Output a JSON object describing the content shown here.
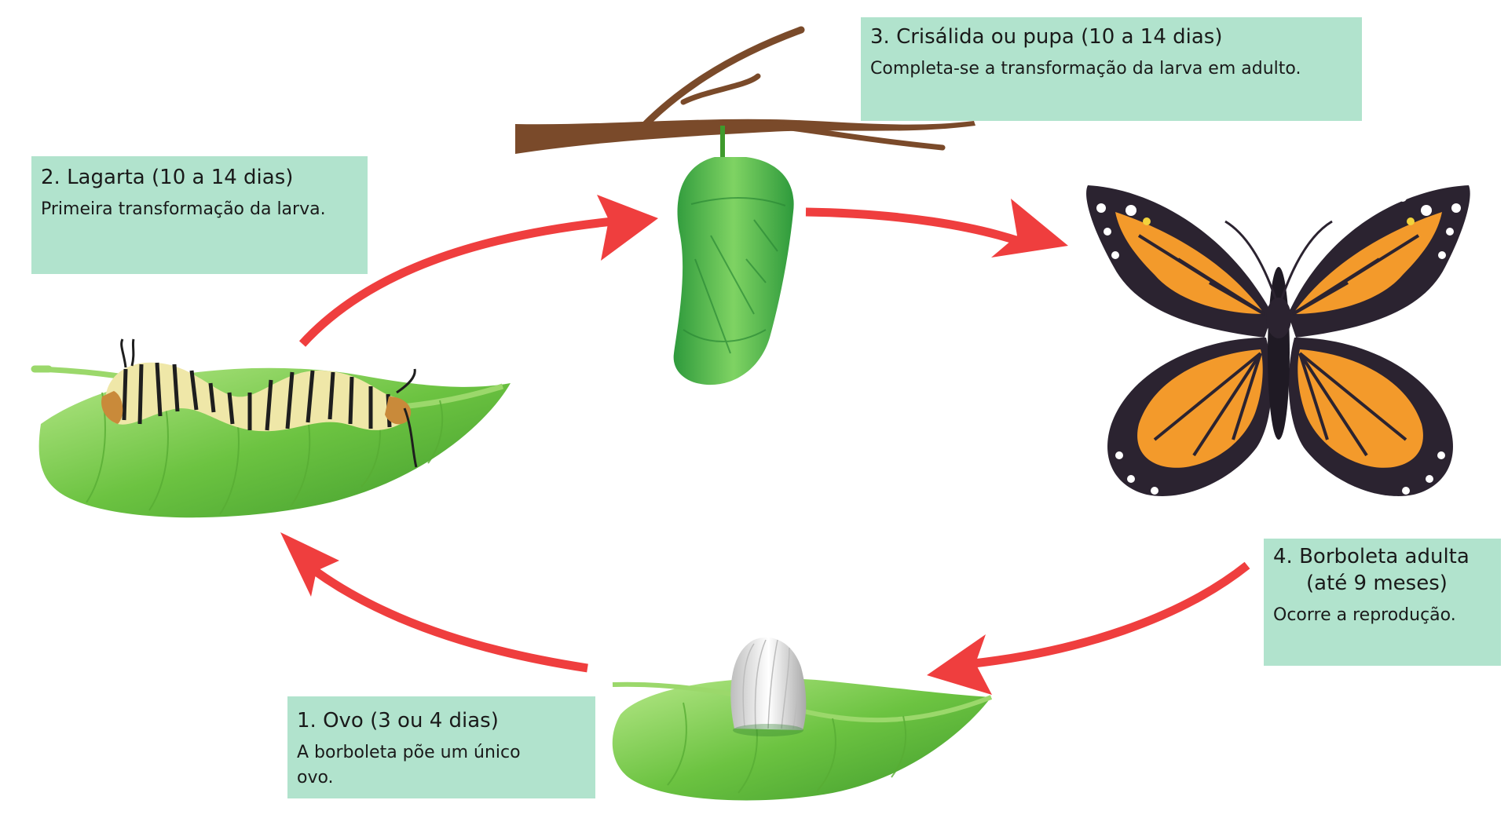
{
  "stages": [
    {
      "number": "1.",
      "title": "1. Ovo (3 ou 4 dias)",
      "description_line1": "A borboleta põe um único",
      "description_line2": "ovo."
    },
    {
      "number": "2.",
      "title": "2. Lagarta (10 a 14 dias)",
      "description": "Primeira transformação da larva."
    },
    {
      "number": "3.",
      "title": "3. Crisálida ou pupa (10 a 14 dias)",
      "description": "Completa-se a transformação da larva em adulto."
    },
    {
      "number": "4.",
      "title_line1": "4. Borboleta adulta",
      "title_line2": "(até 9 meses)",
      "description": "Ocorre a reprodução."
    }
  ],
  "colors": {
    "label_box": "#b1e3cd",
    "arrow": "#ef3e3e",
    "leaf": "#6cc341",
    "leaf_light": "#a9e07a",
    "branch": "#7a4a2a",
    "chrysalis": "#4db548",
    "wing_orange": "#f39a2b",
    "wing_black": "#2b2330"
  }
}
